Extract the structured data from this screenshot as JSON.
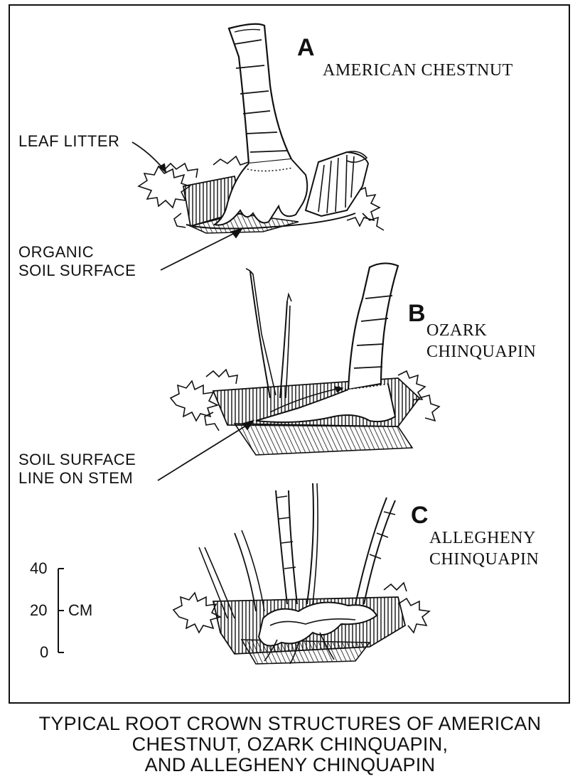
{
  "panels": [
    {
      "letter": "A",
      "species_lines": [
        "AMERICAN CHESTNUT"
      ]
    },
    {
      "letter": "B",
      "species_lines": [
        "OZARK",
        "CHINQUAPIN"
      ]
    },
    {
      "letter": "C",
      "species_lines": [
        "ALLEGHENY",
        "CHINQUAPIN"
      ]
    }
  ],
  "labels": {
    "leaf_litter": "LEAF LITTER",
    "organic_soil": [
      "ORGANIC",
      "SOIL SURFACE"
    ],
    "soil_line": [
      "SOIL SURFACE",
      "LINE ON STEM"
    ]
  },
  "scale": {
    "ticks": [
      "40",
      "20",
      "0"
    ],
    "unit": "CM"
  },
  "caption": [
    "TYPICAL ROOT CROWN STRUCTURES OF AMERICAN",
    "CHESTNUT, OZARK CHINQUAPIN,",
    "AND ALLEGHENY CHINQUAPIN"
  ]
}
